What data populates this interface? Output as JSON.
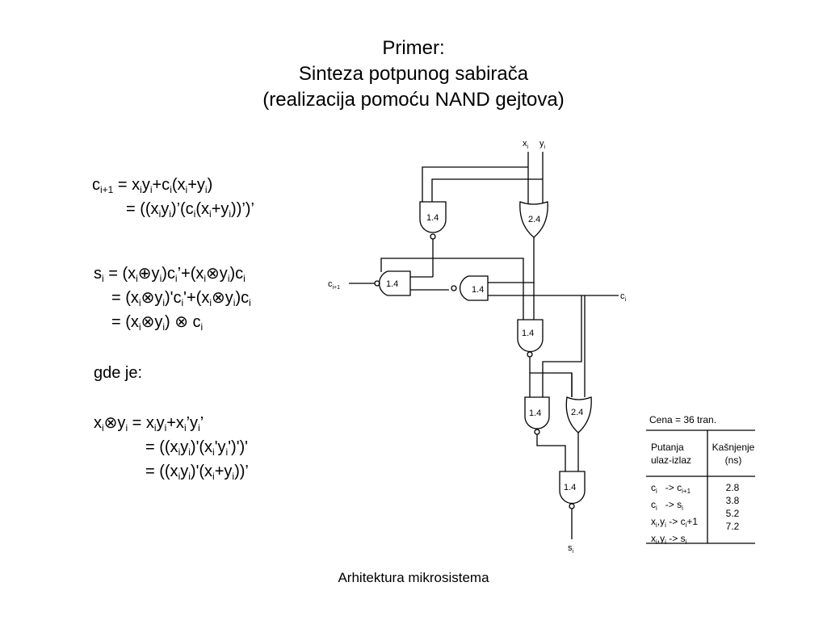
{
  "title": {
    "line1": "Primer:",
    "line2": "Sinteza potpunog sabirača",
    "line3": "(realizacija pomoću NAND gejtova)"
  },
  "footer": "Arhitektura mikrosistema",
  "equations": {
    "gde_je": "gde je:"
  },
  "gates": {
    "nand_top": "1.4",
    "or_top": "2.4",
    "nand_ci1": "1.4",
    "nand_mid": "1.4",
    "nand_center": "1.4",
    "nand_lower": "1.4",
    "or_lower": "2.4",
    "nand_bottom": "1.4"
  },
  "table": {
    "cost": "Cena = 36 tran.",
    "col1_header_line1": "Putanja",
    "col1_header_line2": "ulaz-izlaz",
    "col2_header_line1": "Kašnjenje",
    "col2_header_line2": "(ns)",
    "values": [
      "2.8",
      "3.8",
      "5.2",
      "7.2"
    ]
  }
}
